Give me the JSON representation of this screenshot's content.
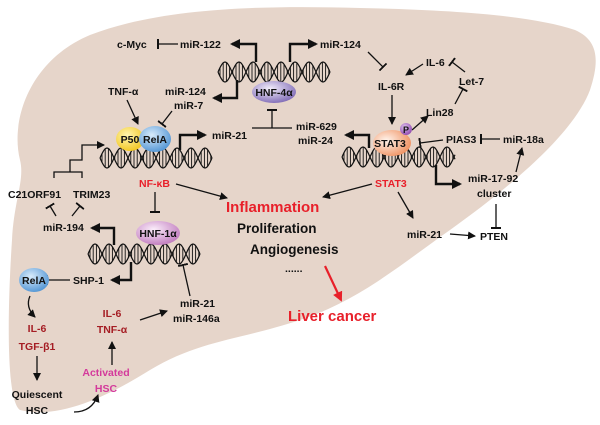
{
  "colors": {
    "liver": "#e6d5ca",
    "text": "#111111",
    "outcome_red": "#e8202a",
    "cytokine_darkred": "#a51d24",
    "hsc_magenta": "#d4399b",
    "p50_yellow": "#f2d033",
    "rela_blue": "#6aa7dc",
    "hnf4a_purple": "#8f7cc0",
    "hnf1a_pink": "#c98ac7",
    "stat3_orange": "#f0a37a",
    "phospho_purple": "#9b59b6"
  },
  "labels": {
    "cmyc": "c-Myc",
    "mir122": "miR-122",
    "mir124_top": "miR-124",
    "hnf4a": "HNF-4α",
    "tnfa": "TNF-α",
    "mir124_mid": "miR-124",
    "mir7": "miR-7",
    "p50": "P50",
    "rela": "RelA",
    "mir21_mid": "miR-21",
    "mir629": "miR-629",
    "mir24": "miR-24",
    "il6": "IL-6",
    "il6r": "IL-6R",
    "let7": "Let-7",
    "lin28": "Lin28",
    "p": "P",
    "stat3_complex": "STAT3",
    "pias3": "PIAS3",
    "mir18a": "miR-18a",
    "c21orf91": "C21ORF91",
    "trim23": "TRIM23",
    "nfkb": "NF-κB",
    "stat3_gene": "STAT3",
    "mir1792": "miR-17-92",
    "cluster": "cluster",
    "mir194": "miR-194",
    "hnf1a": "HNF-1α",
    "inflammation": "Inflammation",
    "proliferation": "Proliferation",
    "angiogenesis": "Angiogenesis",
    "ellipsis": "......",
    "mir21_right": "miR-21",
    "pten": "PTEN",
    "rela_low": "RelA",
    "shp1": "SHP-1",
    "mir21_low": "miR-21",
    "mir146a": "miR-146a",
    "il6_low": "IL-6",
    "tnfa_low": "TNF-α",
    "il6_left": "IL-6",
    "tgfb1": "TGF-β1",
    "activated": "Activated",
    "hsc_act": "HSC",
    "quiescent": "Quiescent",
    "hsc_q": "HSC",
    "liver_cancer": "Liver cancer"
  }
}
